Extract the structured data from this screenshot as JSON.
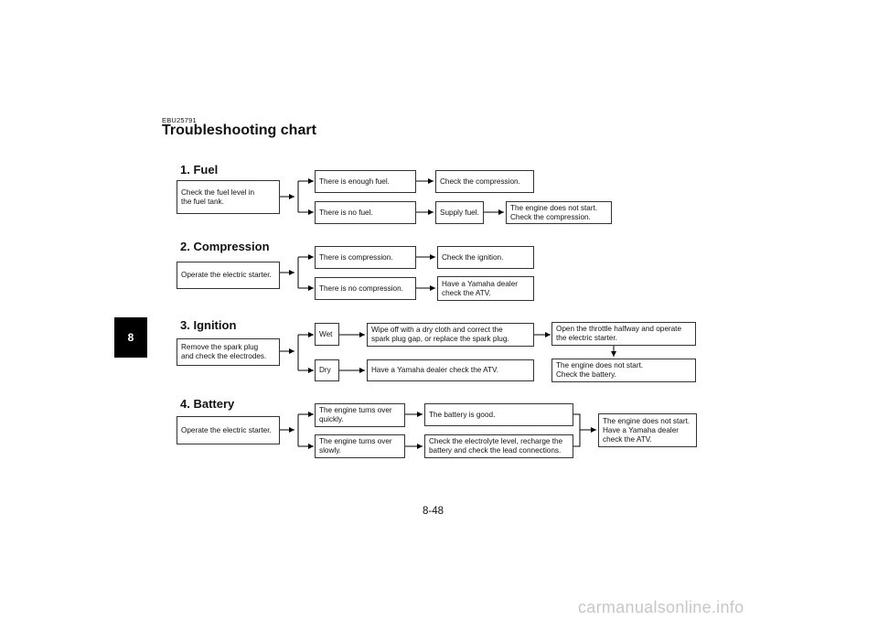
{
  "page": {
    "code": "EBU25791",
    "title": "Troubleshooting chart",
    "tab": "8",
    "page_number": "8-48",
    "watermark": "carmanualsonline.info"
  },
  "sections": [
    {
      "heading": "1. Fuel",
      "start": "Check the fuel level in\nthe fuel tank.",
      "branch_a": "There is enough fuel.",
      "branch_a_result": "Check the compression.",
      "branch_b": "There is no fuel.",
      "branch_b_action": "Supply fuel.",
      "branch_b_result": "The engine does not start.\nCheck the compression."
    },
    {
      "heading": "2. Compression",
      "start": "Operate the electric starter.",
      "branch_a": "There is compression.",
      "branch_a_result": "Check the ignition.",
      "branch_b": "There is no compression.",
      "branch_b_result": "Have a Yamaha dealer\ncheck the ATV."
    },
    {
      "heading": "3. Ignition",
      "start": "Remove the spark plug\nand check the electrodes.",
      "branch_a": "Wet",
      "branch_a_action": "Wipe off with a dry cloth and correct the\nspark plug gap, or replace the spark plug.",
      "branch_a_result": "Open the throttle halfway and operate\nthe electric starter.",
      "branch_a_result_2": "The engine does not start.\nCheck the battery.",
      "branch_b": "Dry",
      "branch_b_result": "Have a Yamaha dealer check the ATV."
    },
    {
      "heading": "4. Battery",
      "start": "Operate the electric starter.",
      "branch_a": "The engine turns over\nquickly.",
      "branch_a_result": "The battery is good.",
      "branch_b": "The engine turns over\nslowly.",
      "branch_b_result": "Check the electrolyte level, recharge the\nbattery and check the lead connections.",
      "final": "The engine does not start.\nHave a Yamaha dealer\ncheck the ATV."
    }
  ]
}
